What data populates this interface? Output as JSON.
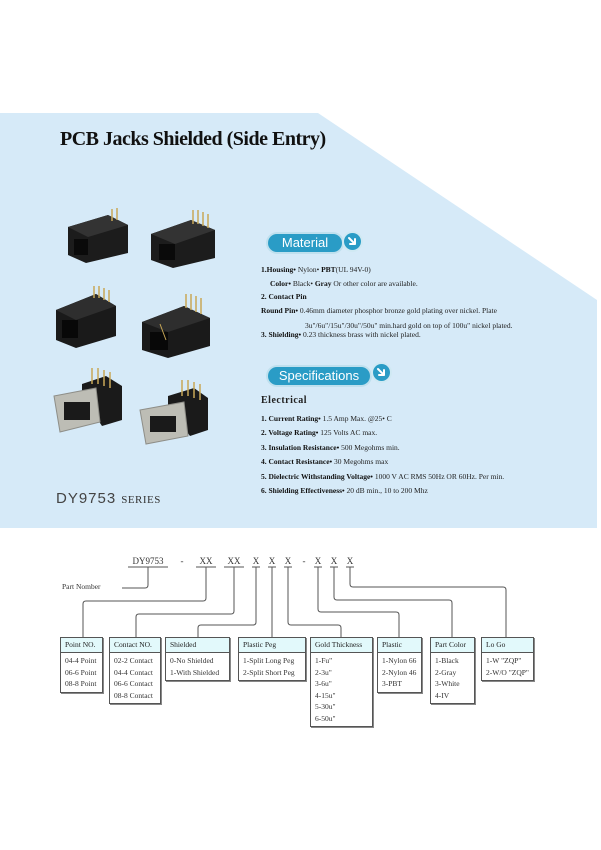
{
  "page": {
    "title": "PCB Jacks Shielded (Side Entry)",
    "series": {
      "model": "DY9753",
      "word": "SERIES"
    },
    "colors": {
      "panel": "#d6eaf8",
      "accent": "#2a9cc6",
      "box_header": "#e2f9fb"
    }
  },
  "photos": [
    {
      "name": "black-jack-4pin-a"
    },
    {
      "name": "black-jack-4pin-b"
    },
    {
      "name": "black-jack-6pin-a"
    },
    {
      "name": "black-jack-8pin-b"
    },
    {
      "name": "shielded-jack-8pin-a"
    },
    {
      "name": "shielded-jack-8pin-b"
    }
  ],
  "material": {
    "heading": "Material",
    "icon": "arrow-down-right-icon",
    "lines": [
      {
        "label": "1.Housing•",
        "text": " Nylon• ",
        "bold2": "PBT",
        "text2": "(UL 94V-0)"
      },
      {
        "label": "Color•",
        "text": " Black• ",
        "bold2": "Gray",
        "text2": " Or other color are available."
      },
      {
        "label": "2. Contact Pin",
        "text": "",
        "bold2": "",
        "text2": ""
      },
      {
        "label": "Round Pin•",
        "text": " 0.46mm diameter phosphor bronze gold plating over nickel. Plate",
        "bold2": "",
        "text2": ""
      },
      {
        "label": "",
        "text": "3u\"/6u\"/15u\"/30u\"/50u\" min.hard gold on top of 100u\" nickel plated.",
        "bold2": "",
        "text2": ""
      },
      {
        "label": "3. Shielding•",
        "text": " 0.23 thickness brass with nickel plated.",
        "bold2": "",
        "text2": ""
      }
    ]
  },
  "specifications": {
    "heading": "Specifications",
    "icon": "arrow-down-right-icon",
    "subheading": "Electrical",
    "items": [
      {
        "label": "1. Current Rating•",
        "value": " 1.5 Amp Max. @25• C"
      },
      {
        "label": "2. Voltage Rating•",
        "value": " 125 Volts AC max."
      },
      {
        "label": "3. Insulation Resistance•",
        "value": " 500 Megohms min."
      },
      {
        "label": "4. Contact Resistance•",
        "value": " 30 Megohms max"
      },
      {
        "label": "5. Dielectric Withstanding Voltage•",
        "value": " 1000 V AC RMS 50Hz OR 60Hz. Per min."
      },
      {
        "label": "6. Shielding Effectiveness•",
        "value": " 20 dB min., 10 to 200 Mhz"
      }
    ]
  },
  "part_number": {
    "label": "Part Nomber",
    "segments": [
      "DY9753",
      "-",
      "XX",
      "XX",
      "X",
      "X",
      "X",
      "-",
      "X",
      "X",
      "X"
    ],
    "boxes": [
      {
        "header": "Point NO.",
        "items": [
          "04-4 Point",
          "06-6 Point",
          "08-8 Point"
        ]
      },
      {
        "header": "Contact NO.",
        "items": [
          "02-2 Contact",
          "04-4 Contact",
          "06-6 Contact",
          "08-8 Contact"
        ]
      },
      {
        "header": "Shielded",
        "items": [
          "0-No Shielded",
          "1-With Shielded"
        ]
      },
      {
        "header": "Plastic Peg",
        "items": [
          "1-Split Long Peg",
          "2-Split Short Peg"
        ]
      },
      {
        "header": "Gold Thickness",
        "items": [
          "1-Fu\"",
          "2-3u\"",
          "3-6u\"",
          "4-15u\"",
          "5-30u\"",
          "6-50u\""
        ]
      },
      {
        "header": "Plastic",
        "items": [
          "1-Nylon 66",
          "2-Nylon 46",
          "3-PBT"
        ]
      },
      {
        "header": "Part Color",
        "items": [
          "1-Black",
          "2-Gray",
          "3-White",
          "4-IV"
        ]
      },
      {
        "header": "Lo Go",
        "items": [
          "1-W \"ZQP\"",
          "2-W/O \"ZQP\""
        ]
      }
    ]
  }
}
